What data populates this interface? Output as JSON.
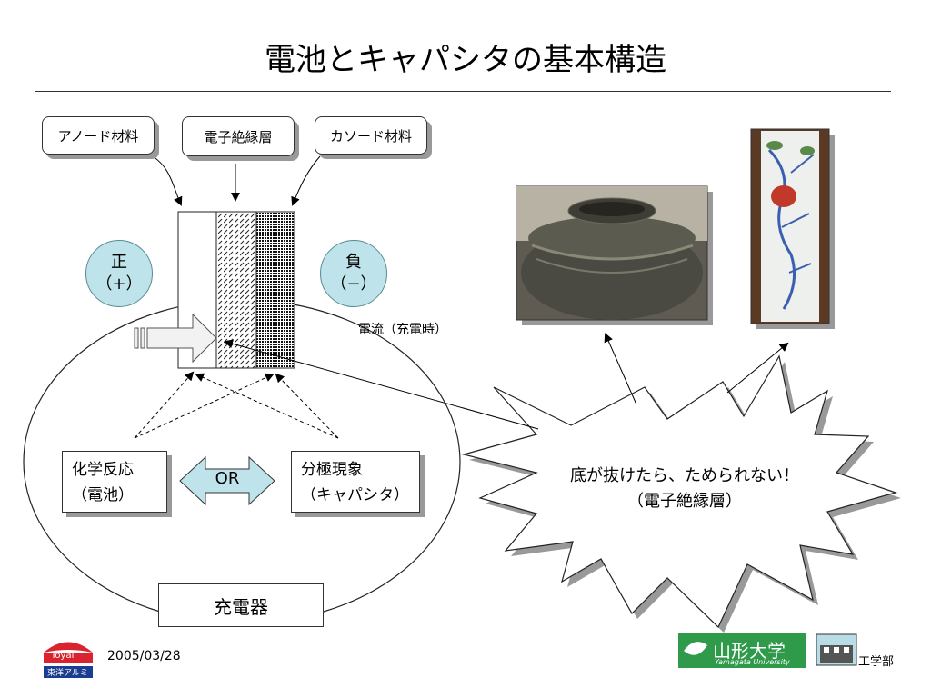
{
  "title": "電池とキャパシタの基本構造",
  "labels": {
    "anode": "アノード材料",
    "separator": "電子絶縁層",
    "cathode": "カソード材料",
    "positive_top": "正",
    "positive_bottom": "（+）",
    "negative_top": "負",
    "negative_bottom": "（−）",
    "current": "電流（充電時）",
    "chem_line1": "化学反応",
    "chem_line2": "（電池）",
    "or": "OR",
    "polar_line1": "分極現象",
    "polar_line2": "（キャパシタ）",
    "charger": "充電器",
    "callout_line1": "底が抜けたら、ためられない！",
    "callout_line2": "（電子絶縁層）"
  },
  "footer": {
    "logo_text_top": "Toyal",
    "logo_text_bottom": "東洋アルミ",
    "date": "2005/03/28",
    "univ_name": "山形大学",
    "univ_en": "Yamagata University",
    "dept": "工学部"
  },
  "colors": {
    "circle_fill": "#bfe3ea",
    "or_arrow_fill": "#bfe3ea",
    "univ_green": "#2e9a4a",
    "toyal_red": "#d9232e"
  }
}
